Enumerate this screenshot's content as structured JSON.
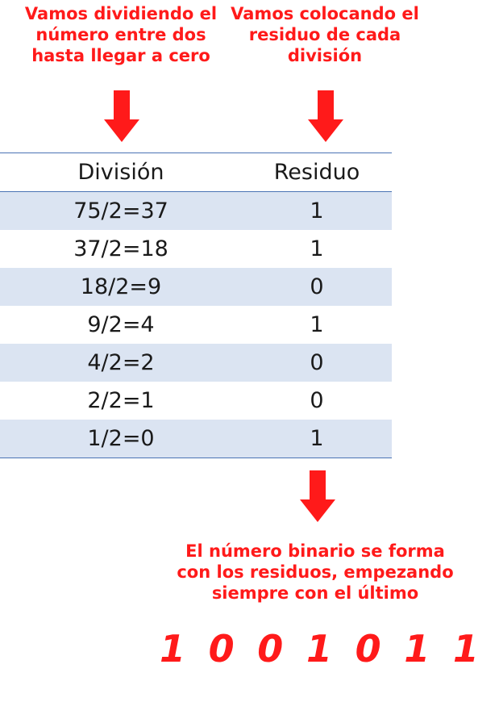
{
  "notes": {
    "left": "Vamos dividiendo el\nnúmero entre dos\nhasta llegar a cero",
    "right": "Vamos colocando el\nresiduo de cada\ndivisión",
    "bottom": "El número binario se forma\ncon los residuos, empezando\nsiempre con el último"
  },
  "table": {
    "headers": {
      "division": "División",
      "residuo": "Residuo"
    },
    "rows": [
      {
        "division": "75/2=37",
        "residuo": "1"
      },
      {
        "division": "37/2=18",
        "residuo": "1"
      },
      {
        "division": "18/2=9",
        "residuo": "0"
      },
      {
        "division": "9/2=4",
        "residuo": "1"
      },
      {
        "division": "4/2=2",
        "residuo": "0"
      },
      {
        "division": "2/2=1",
        "residuo": "0"
      },
      {
        "division": "1/2=0",
        "residuo": "1"
      }
    ]
  },
  "binary": [
    "1",
    "0",
    "0",
    "1",
    "0",
    "1",
    "1"
  ],
  "colors": {
    "accent": "#ff1a1a",
    "row_shade": "#dbe4f2",
    "table_rule": "#4a73b5"
  },
  "icons": {
    "arrow": "down-arrow-icon"
  }
}
